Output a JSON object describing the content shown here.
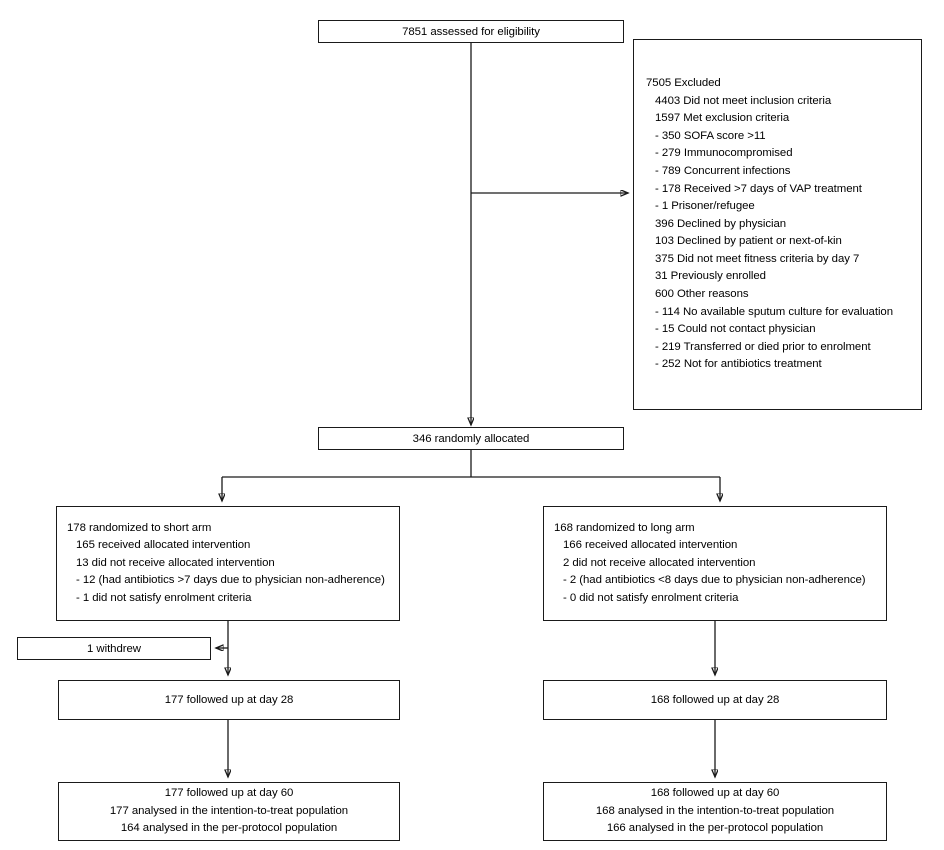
{
  "diagram": {
    "type": "consort-flow-diagram",
    "enrollment": {
      "assessed_box": "7851 assessed for eligibility",
      "excluded_box": {
        "lines": [
          "7505 Excluded",
          "4403 Did not meet inclusion criteria",
          "1597 Met exclusion criteria",
          "- 350 SOFA score >11",
          "- 279 Immunocompromised",
          "- 789 Concurrent infections",
          "- 178 Received >7 days of VAP treatment",
          "- 1 Prisoner/refugee",
          "396 Declined by physician",
          "103 Declined by patient or next-of-kin",
          "375 Did not meet fitness criteria by day 7",
          "31 Previously enrolled",
          "600 Other reasons",
          "- 114 No available sputum culture for evaluation",
          "- 15 Could not contact physician",
          "- 219 Transferred or died prior to enrolment",
          "- 252 Not for antibiotics treatment"
        ],
        "indents": [
          0,
          1,
          1,
          1,
          1,
          1,
          1,
          1,
          1,
          1,
          1,
          1,
          1,
          1,
          1,
          1,
          1
        ]
      }
    },
    "allocation": {
      "randomized_box": "346 randomly allocated"
    },
    "left_arm": {
      "allocation_lines": [
        "178 randomized to short arm",
        "165 received allocated intervention",
        "13 did not receive allocated intervention",
        "- 12 (had antibiotics >7 days due to physician non-adherence)",
        "- 1 did not satisfy enrolment criteria"
      ],
      "withdrew_box": "1 withdrew",
      "followup_28_box": "177 followed up at day 28",
      "followup_60_lines": [
        "177 followed up at day 60",
        "177 analysed in the intention-to-treat population",
        "164 analysed in the per-protocol population"
      ]
    },
    "right_arm": {
      "allocation_lines": [
        "168 randomized to long arm",
        "166 received allocated intervention",
        "2 did not receive allocated intervention",
        "- 2 (had antibiotics <8 days due to physician non-adherence)",
        "- 0 did not satisfy enrolment criteria"
      ],
      "followup_28_box": "168 followed up at day 28",
      "followup_60_lines": [
        "168 followed up at day 60",
        "168 analysed in the intention-to-treat population",
        "166 analysed in the per-protocol population"
      ]
    },
    "colors": {
      "stroke": "#1a1a1a",
      "background": "#ffffff",
      "text": "#000000"
    }
  }
}
